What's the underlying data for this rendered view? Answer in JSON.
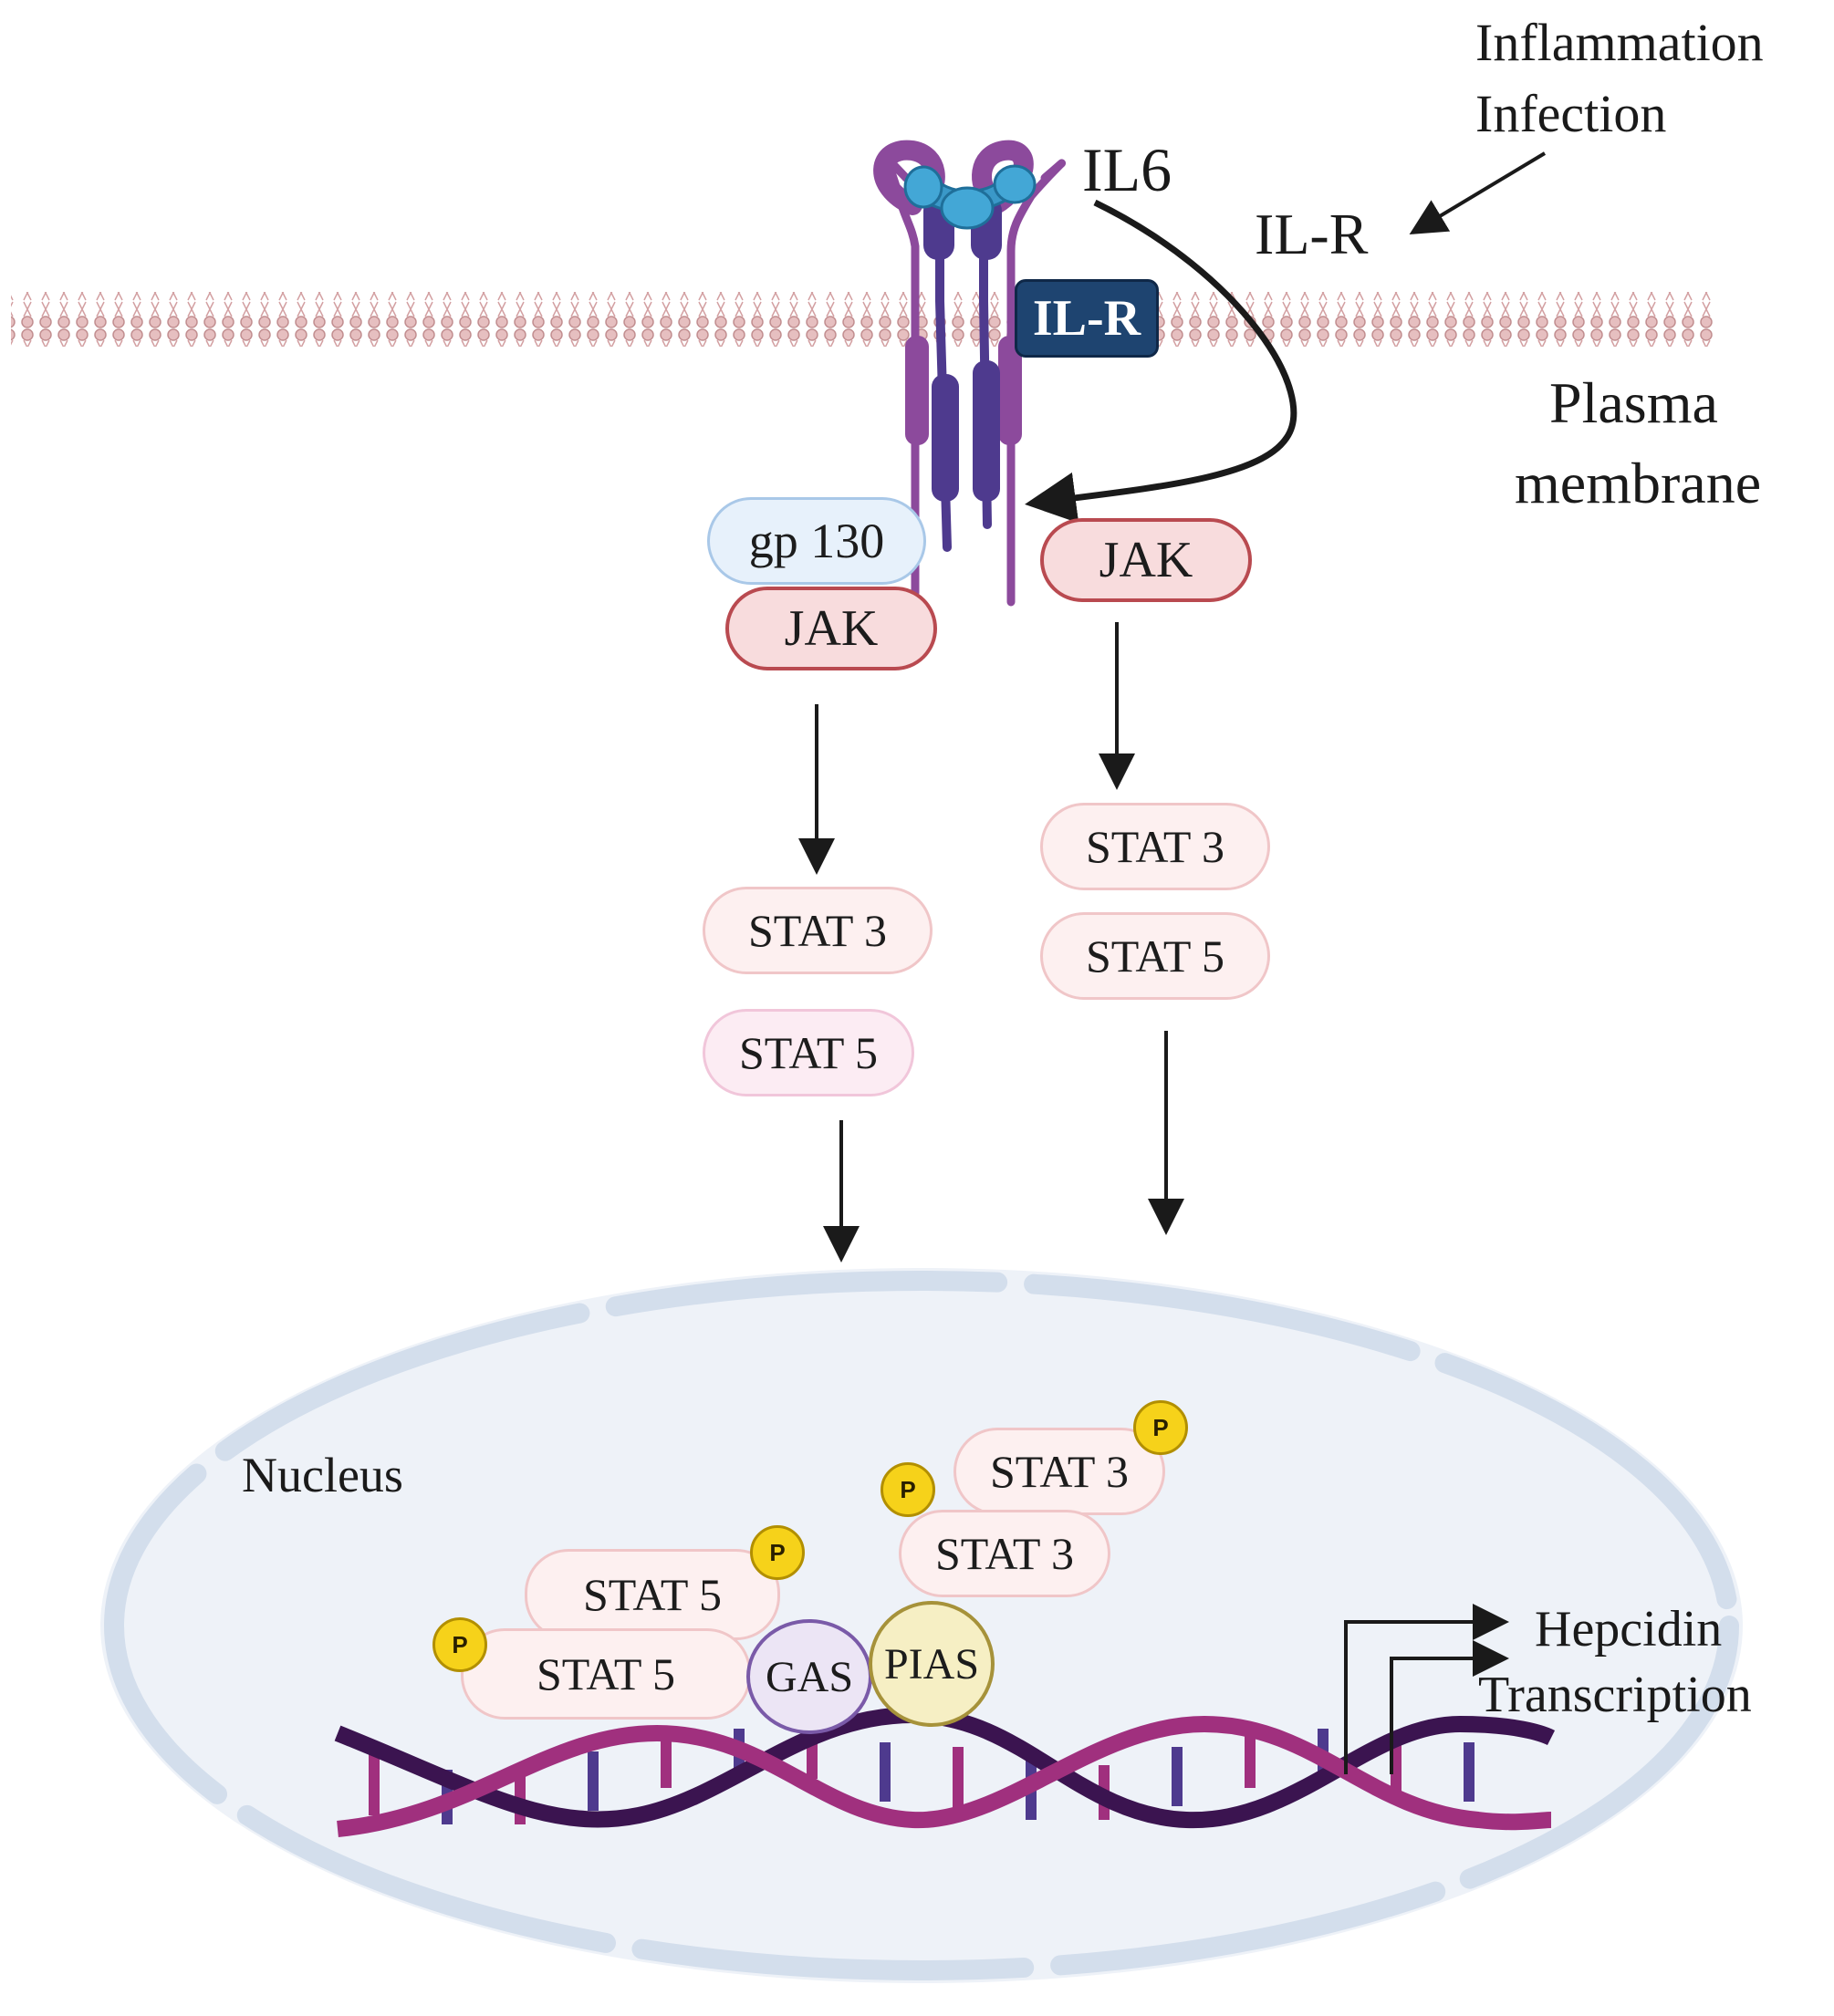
{
  "labels": {
    "inflammation": "Inflammation",
    "infection": "Infection",
    "il6": "IL6",
    "il_r_ligand": "IL-R",
    "il_r_receptor": "IL-R",
    "plasma": "Plasma",
    "membrane": "membrane",
    "nucleus": "Nucleus",
    "hepcidin": "Hepcidin",
    "transcription": "Transcription"
  },
  "left_branch": {
    "gp130": "gp 130",
    "jak": "JAK",
    "stat3": "STAT 3",
    "stat5": "STAT 5"
  },
  "right_branch": {
    "jak": "JAK",
    "stat3": "STAT 3",
    "stat5": "STAT 5"
  },
  "nucleus_complex": {
    "stat5_top": "STAT 5",
    "stat5_bottom": "STAT 5",
    "stat3_top": "STAT 3",
    "stat3_bottom": "STAT 3",
    "gas": "GAS",
    "pias": "PIAS",
    "phospho": "P"
  },
  "colors": {
    "membrane": "#d9a7a8",
    "receptor_purple": "#8c4a9c",
    "receptor_dark": "#4e3a8e",
    "ligand_blue": "#3a98c8",
    "nucleus_fill": "#eef2f8",
    "nucleus_envelope": "#d3deec",
    "dna_dark": "#3b1450",
    "dna_magenta": "#a0307e"
  }
}
